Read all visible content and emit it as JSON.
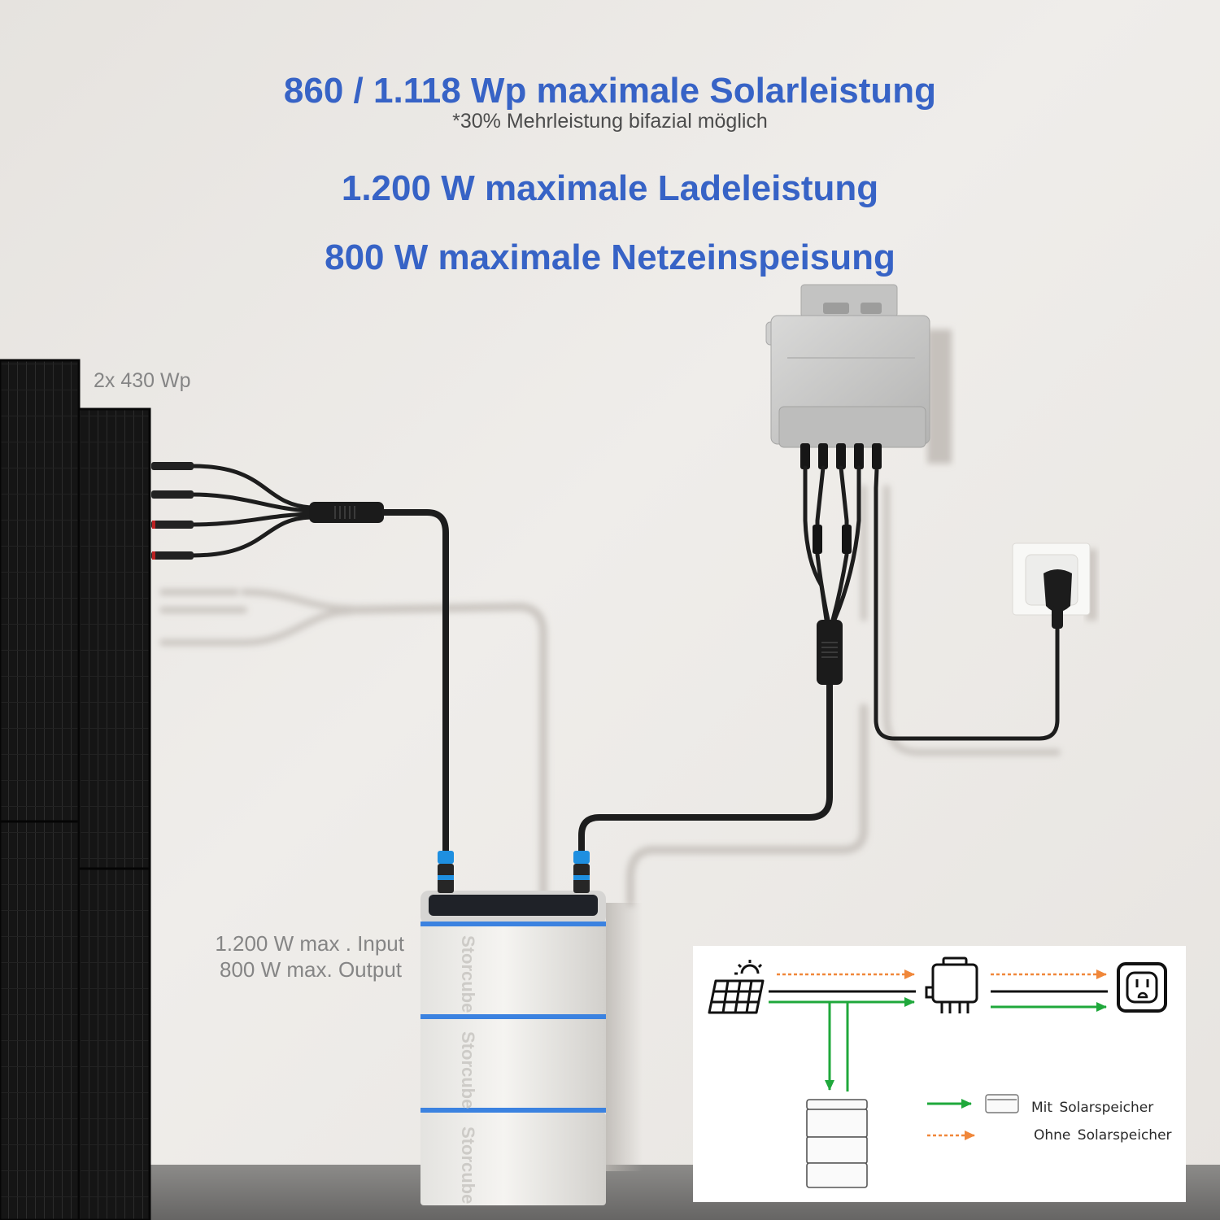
{
  "headline": {
    "solar": "860 / 1.118 Wp maximale Solarleistung",
    "solar_note": "*30% Mehrleistung bifazial möglich",
    "charge": "1.200 W maximale Ladeleistung",
    "feed_in": "800 W maximale Netzeinspeisung"
  },
  "panels": {
    "label": "2x 430 Wp"
  },
  "battery": {
    "input": "1.200 W max . Input",
    "output": "800 W max. Output",
    "brand": "Storcube"
  },
  "legend": {
    "with_storage": "Mit Solarspeicher",
    "without_storage": "Ohne Solarspeicher"
  },
  "icons": [
    "solar-panel-icon",
    "inverter-icon",
    "outlet-icon",
    "battery-icon"
  ],
  "colors": {
    "headline": "#3763c6",
    "with_storage": "#1fa83b",
    "without_storage": "#f0873a",
    "battery_stripe": "#3b82e0"
  }
}
